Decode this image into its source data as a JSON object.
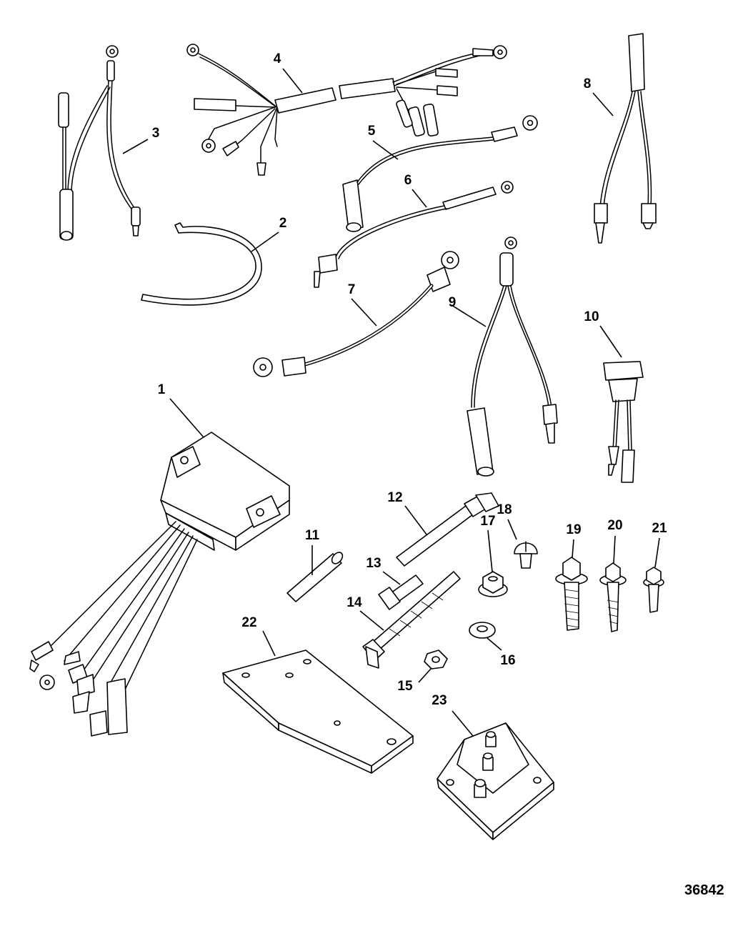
{
  "figure_number": "36842",
  "callouts": [
    {
      "id": "1",
      "label": "1"
    },
    {
      "id": "2",
      "label": "2"
    },
    {
      "id": "3",
      "label": "3"
    },
    {
      "id": "4",
      "label": "4"
    },
    {
      "id": "5",
      "label": "5"
    },
    {
      "id": "6",
      "label": "6"
    },
    {
      "id": "7",
      "label": "7"
    },
    {
      "id": "8",
      "label": "8"
    },
    {
      "id": "9",
      "label": "9"
    },
    {
      "id": "10",
      "label": "10"
    },
    {
      "id": "11",
      "label": "11"
    },
    {
      "id": "12",
      "label": "12"
    },
    {
      "id": "13",
      "label": "13"
    },
    {
      "id": "14",
      "label": "14"
    },
    {
      "id": "15",
      "label": "15"
    },
    {
      "id": "16",
      "label": "16"
    },
    {
      "id": "17",
      "label": "17"
    },
    {
      "id": "18",
      "label": "18"
    },
    {
      "id": "19",
      "label": "19"
    },
    {
      "id": "20",
      "label": "20"
    },
    {
      "id": "21",
      "label": "21"
    },
    {
      "id": "22",
      "label": "22"
    },
    {
      "id": "23",
      "label": "23"
    }
  ]
}
